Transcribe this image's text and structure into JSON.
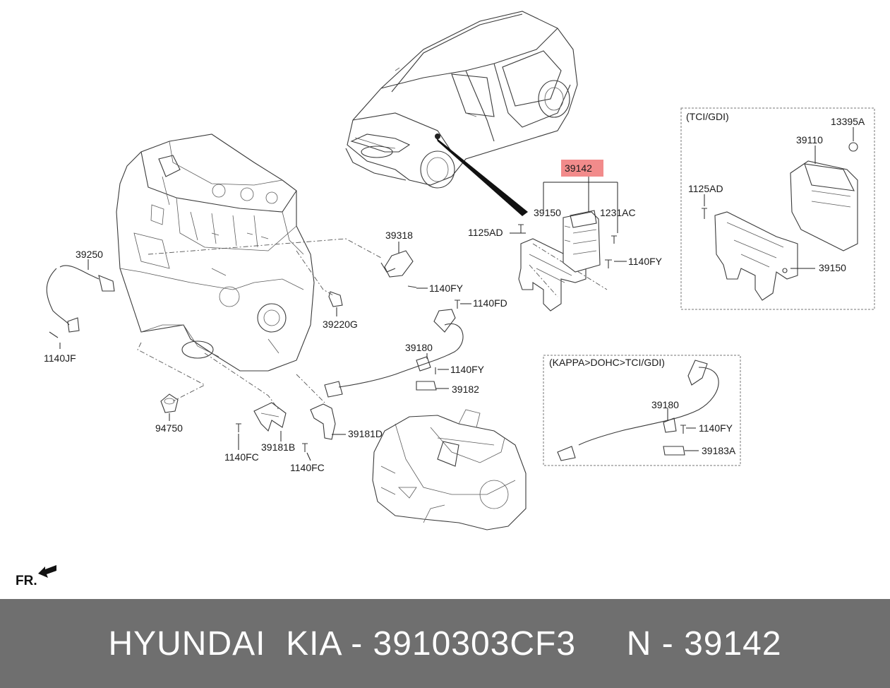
{
  "diagram": {
    "labels": {
      "p39142": "39142",
      "p39150a": "39150",
      "p1231AC": "1231AC",
      "p1125ADa": "1125AD",
      "p1140FYa": "1140FY",
      "p39318": "39318",
      "p1140FYb": "1140FY",
      "p1140FD": "1140FD",
      "p39220G": "39220G",
      "p39250": "39250",
      "p1140JF": "1140JF",
      "p39180a": "39180",
      "p1140FYc": "1140FY",
      "p39182": "39182",
      "p94750": "94750",
      "p39181B": "39181B",
      "p1140FCa": "1140FC",
      "p39181D": "39181D",
      "p1140FCb": "1140FC",
      "tci_title": "(TCI/GDI)",
      "p13395A": "13395A",
      "p39110": "39110",
      "p1125ADb": "1125AD",
      "p39150b": "39150",
      "kappa_title": "(KAPPA>DOHC>TCI/GDI)",
      "p39180b": "39180",
      "p1140FYd": "1140FY",
      "p39183A": "39183A"
    },
    "highlight_color": "#f28b8b",
    "direction_label": "FR.",
    "direction_icon": "arrow-icon"
  },
  "footer": {
    "text": "HYUNDAI  KIA - 3910303CF3     N - 39142"
  }
}
